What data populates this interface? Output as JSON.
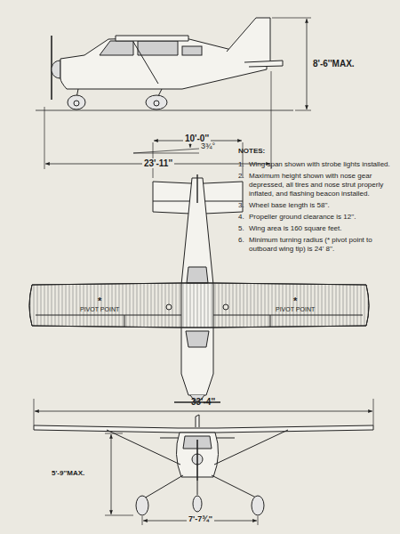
{
  "diagram": {
    "labels": [
      "8'-6''MAX.",
      "3¾°",
      "23'-11''",
      "10'-0''",
      "NOTES:",
      "1.",
      "Wing span shown with strobe lights installed.",
      "2.",
      "Maximum height shown with nose gear depressed, all tires and nose strut properly inflated, and flashing beacon installed.",
      "3.",
      "Wheel base length is 58''.",
      "4.",
      "Propeller ground clearance is 12''.",
      "5.",
      "Wing area is 160 square feet.",
      "6.",
      "Minimum turning radius (* pivot point to outboard wing tip) is 24' 8''.",
      "*",
      "PIVOT POINT",
      "*",
      "PIVOT POINT",
      "33'-4''",
      "5'-9''MAX.",
      "7'-7¾''"
    ]
  }
}
